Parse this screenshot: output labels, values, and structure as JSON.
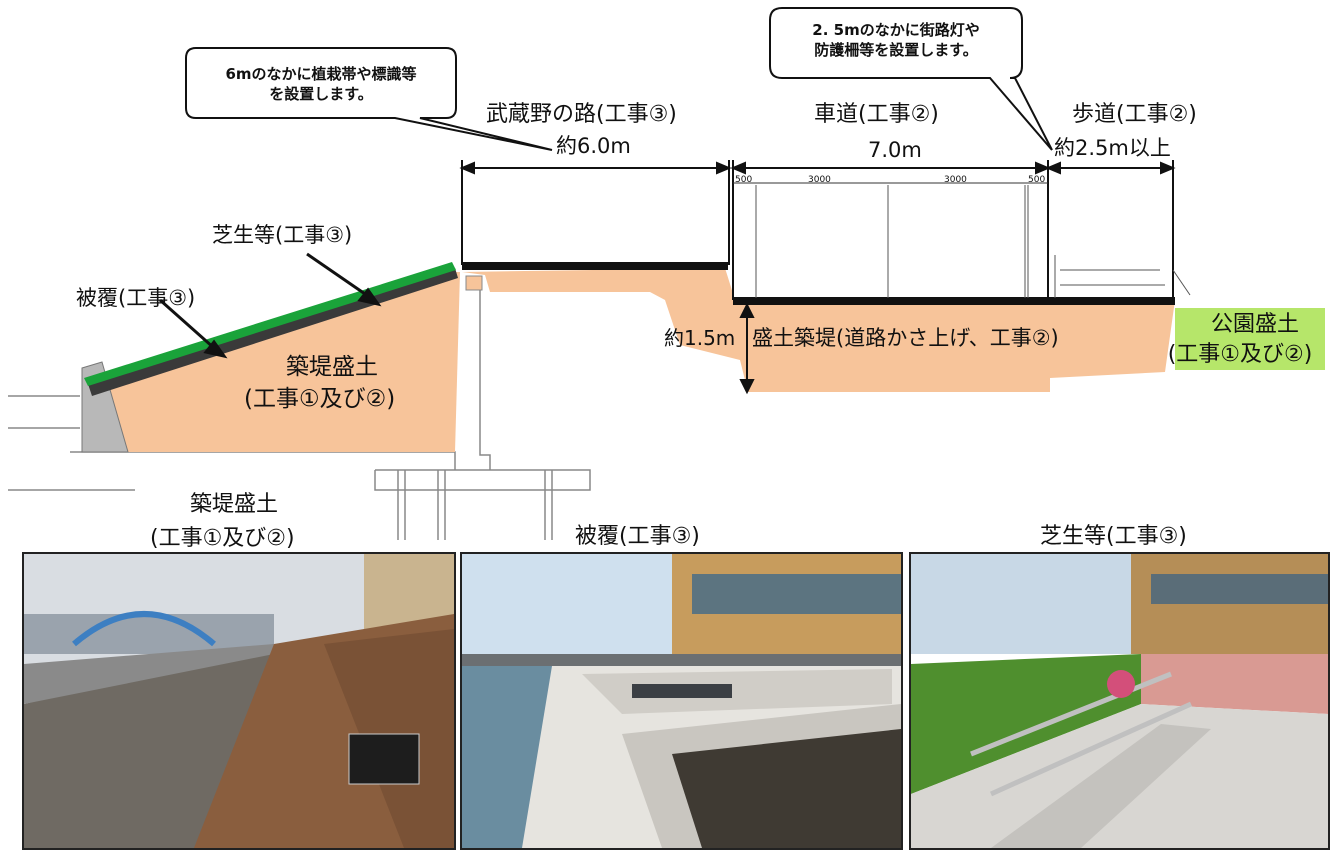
{
  "callouts": {
    "left": [
      "6mのなかに植栽帯や標識等",
      "を設置します。"
    ],
    "right": [
      "2. 5mのなかに街路灯や",
      "防護柵等を設置します。"
    ]
  },
  "sections": {
    "path_title": "武蔵野の路(工事③)",
    "path_width": "約6.0m",
    "road_title": "車道(工事②)",
    "road_width": "7.0m",
    "sidewalk_title": "歩道(工事②)",
    "sidewalk_width": "約2.5m以上"
  },
  "dims": {
    "d500a": "500",
    "d3000a": "3000",
    "d3000b": "3000",
    "d500b": "500"
  },
  "labels": {
    "lawn": "芝生等(工事③)",
    "cover": "被覆(工事③)",
    "embank_line1": "築堤盛土",
    "embank_line2": "(工事①及び②)",
    "height": "約1.5m",
    "road_fill": "盛土築堤(道路かさ上げ、工事②)",
    "park_line1": "公園盛土",
    "park_line2": "(工事①及び②)"
  },
  "photos": [
    {
      "caption_line1": "築堤盛土",
      "caption_line2": "(工事①及び②)"
    },
    {
      "caption_line1": "被覆(工事③)"
    },
    {
      "caption_line1": "芝生等(工事③)"
    }
  ],
  "colors": {
    "fill": "#f7c49a",
    "lawn": "#1aa33a",
    "park": "#b6e66a"
  }
}
